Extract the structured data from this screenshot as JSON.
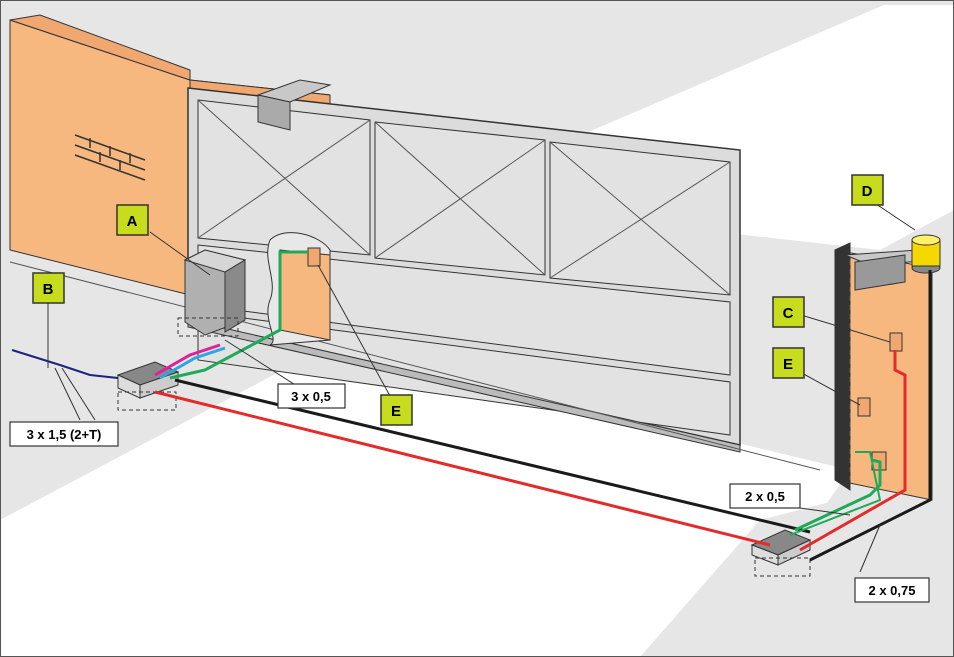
{
  "callouts": {
    "a": "A",
    "b": "B",
    "c": "C",
    "d": "D",
    "e_gate": "E",
    "e_post": "E"
  },
  "cable_labels": {
    "mains": "3 x 1,5 (2+T)",
    "photocell_gate": "3 x 0,5",
    "photocell_post": "2 x 0,5",
    "lamp": "2 x 0,75"
  },
  "colors": {
    "callout_fill": "#c8dc1e",
    "wall": "#f7b880",
    "ground": "#e6e6e6",
    "gate": "#dcdcdc",
    "wire_red": "#e32b2b",
    "wire_green": "#1faa59",
    "wire_black": "#1a1a1a",
    "wire_blue": "#1a237e",
    "wire_magenta": "#e0209a",
    "wire_cyan": "#29a7e0",
    "lamp": "#f5d800"
  }
}
